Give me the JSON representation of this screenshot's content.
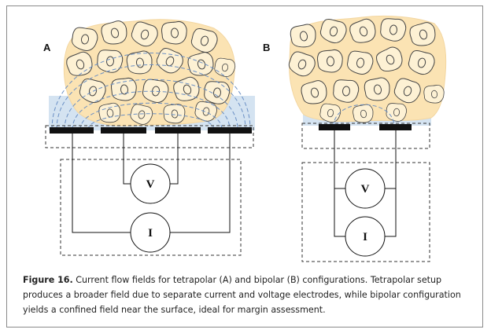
{
  "panels": {
    "a": {
      "label": "A",
      "voltmeter": "V",
      "ammeter": "I"
    },
    "b": {
      "label": "B",
      "voltmeter": "V",
      "ammeter": "I"
    }
  },
  "caption": {
    "figure_label": "Figure 16.",
    "text": " Current flow fields for tetrapolar (A) and bipolar (B) configurations. Tetrapolar setup produces a broader field due to separate current and voltage electrodes, while bipolar configuration yields a confined field near the surface, ideal for margin assessment."
  },
  "colors": {
    "tissue": "#fbe3b3",
    "tissue_edge": "#f3d6a0",
    "field": "#cfe0f0",
    "field_lines": "#6a8fc4",
    "electrode": "#111111"
  }
}
